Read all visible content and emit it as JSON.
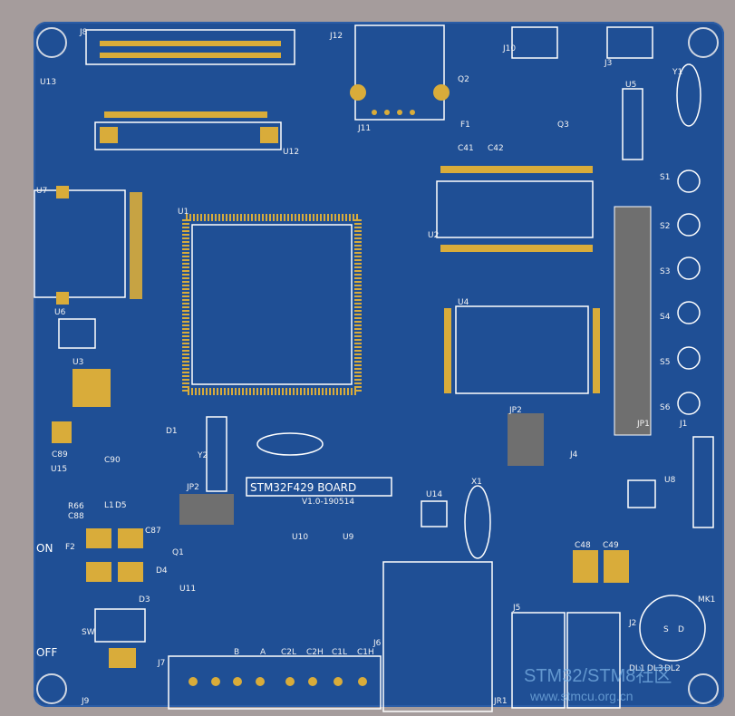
{
  "board": {
    "title": "STM32F429  BOARD",
    "version": "V1.0-190514",
    "on_label": "ON",
    "off_label": "OFF"
  },
  "colors": {
    "pcb": "#1f4f95",
    "pad": "#d9ac3a",
    "silk": "#f3f3f3",
    "background": "#a59c9c",
    "header": "#6f6f6f"
  },
  "watermark": "STM32/STM8社区",
  "watermark_url": "www.stmcu.org.cn",
  "designators": {
    "J8": "J8",
    "J12": "J12",
    "J10": "J10",
    "J3": "J3",
    "J11": "J11",
    "U13": "U13",
    "U12": "U12",
    "U7": "U7",
    "U1": "U1",
    "U2": "U2",
    "U4": "U4",
    "U5": "U5",
    "Y1": "Y1",
    "U6": "U6",
    "U3": "U3",
    "U15": "U15",
    "D1": "D1",
    "D3": "D3",
    "D4": "D4",
    "D5": "D5",
    "Y2": "Y2",
    "JP2": "JP2",
    "JP1": "JP1",
    "JP2b": "JP2",
    "X1": "X1",
    "U14": "U14",
    "U10": "U10",
    "U9": "U9",
    "U11": "U11",
    "U8": "U8",
    "J4": "J4",
    "J1": "J1",
    "J5": "J5",
    "J2": "J2",
    "J6": "J6",
    "J7": "J7",
    "J9": "J9",
    "JR1": "JR1",
    "MK1": "MK1",
    "SW": "SW",
    "F1": "F1",
    "F2": "F2",
    "L1": "L1",
    "Q1": "Q1",
    "Q2": "Q2",
    "Q3": "Q3",
    "S1": "S1",
    "S2": "S2",
    "S3": "S3",
    "S4": "S4",
    "S5": "S5",
    "S6": "S6",
    "C41": "C41",
    "C42": "C42",
    "C48": "C48",
    "C49": "C49",
    "C87": "C87",
    "C89": "C89",
    "C90": "C90",
    "C88": "C88",
    "R66": "R66",
    "DL1": "DL1",
    "DL3": "DL3",
    "DL2": "DL2",
    "B": "B",
    "A": "A",
    "C2L": "C2L",
    "C2H": "C2H",
    "C1L": "C1L",
    "C1H": "C1H",
    "S": "S",
    "D": "D"
  }
}
